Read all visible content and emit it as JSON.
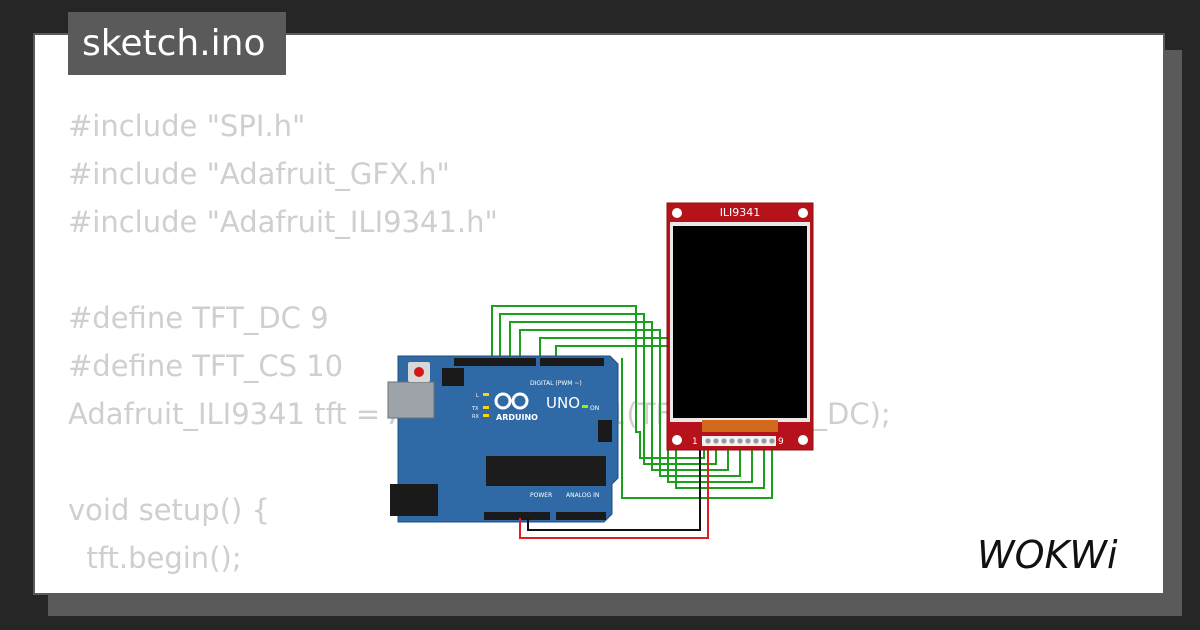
{
  "file_tab": {
    "label": "sketch.ino"
  },
  "code": {
    "lines": [
      "#include \"SPI.h\"",
      "#include \"Adafruit_GFX.h\"",
      "#include \"Adafruit_ILI9341.h\"",
      "",
      "#define TFT_DC 9",
      "#define TFT_CS 10",
      "Adafruit_ILI9341 tft = Adafruit_ILI9341(TFT_CS, TFT_DC);",
      "",
      "void setup() {",
      "  tft.begin();"
    ]
  },
  "display": {
    "title": "ILI9341",
    "pin_first": "1",
    "pin_last": "9"
  },
  "arduino": {
    "brand": "ARDUINO",
    "model": "UNO",
    "digital_label": "DIGITAL (PWM ~)",
    "power_label": "POWER",
    "analog_label": "ANALOG IN",
    "on_label": "ON",
    "tx_label": "TX",
    "rx_label": "RX",
    "l_label": "L"
  },
  "logo": {
    "text": "WOKWi"
  },
  "colors": {
    "background": "#262626",
    "card": "#ffffff",
    "tab": "#5a5a5a",
    "code_text": "#cfcfcf",
    "board_blue": "#2f6aa6",
    "display_red": "#b5121b",
    "wire_green": "#1aa01a",
    "wire_red": "#e02020",
    "wire_black": "#111111"
  }
}
